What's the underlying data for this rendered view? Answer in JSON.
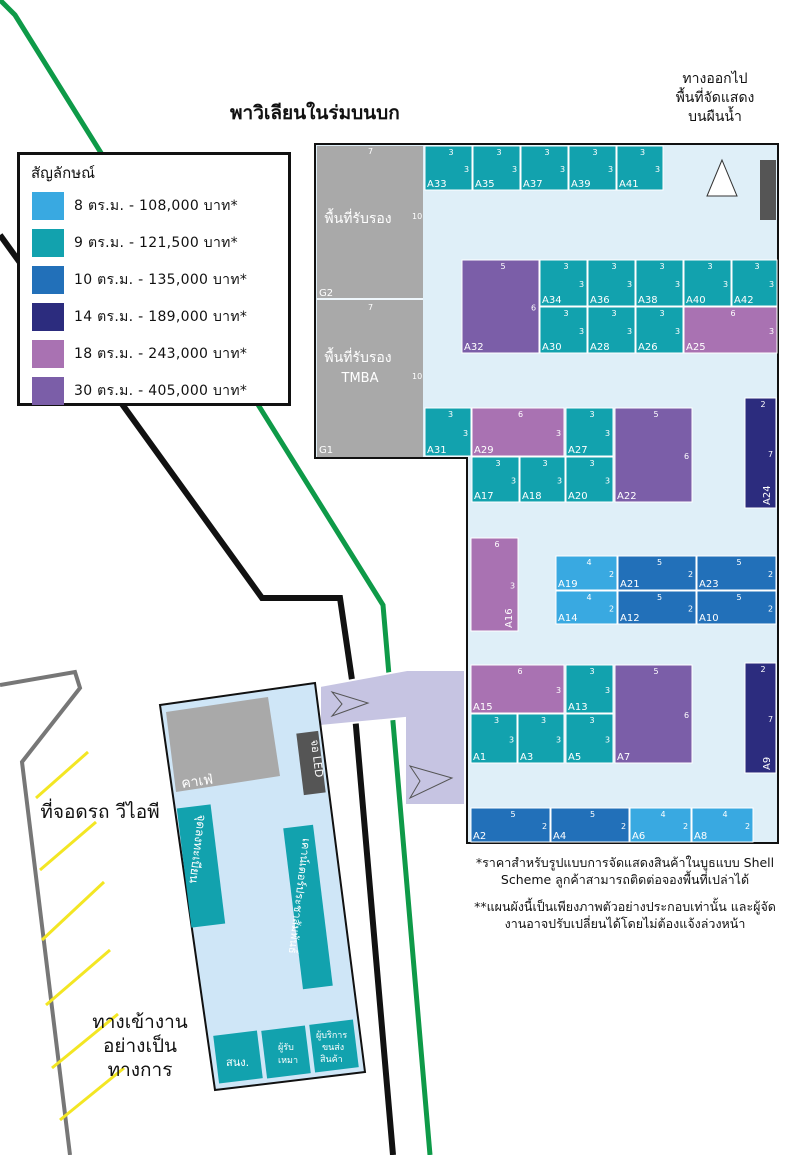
{
  "title": "พาวิเลียนในร่มบนบก",
  "exit_note": [
    "ทางออกไป",
    "พื้นที่จัดแสดง",
    "บนผืนน้ำ"
  ],
  "legend": {
    "title": "สัญลักษณ์",
    "items": [
      {
        "label": "8 ตร.ม. - 108,000 บาท*",
        "color": "#39a9e1"
      },
      {
        "label": "9 ตร.ม. - 121,500 บาท*",
        "color": "#12a2ae"
      },
      {
        "label": "10 ตร.ม. - 135,000 บาท*",
        "color": "#2270b9"
      },
      {
        "label": "14 ตร.ม. - 189,000 บาท*",
        "color": "#2c2c7e"
      },
      {
        "label": "18 ตร.ม. - 243,000 บาท*",
        "color": "#a972b2"
      },
      {
        "label": "30 ตร.ม. - 405,000 บาท*",
        "color": "#7b5ea8"
      }
    ]
  },
  "reception_areas": [
    {
      "id": "G2",
      "label": "พื้นที่รับรอง",
      "dims": [
        "7",
        "10"
      ]
    },
    {
      "id": "G1",
      "label": "พื้นที่รับรอง TMBA",
      "dims": [
        "7",
        "10"
      ]
    }
  ],
  "booths": {
    "9sqm": [
      "A33",
      "A35",
      "A37",
      "A39",
      "A41",
      "A34",
      "A36",
      "A38",
      "A40",
      "A42",
      "A30",
      "A28",
      "A26",
      "A31",
      "A27",
      "A17",
      "A18",
      "A20",
      "A13",
      "A1",
      "A3",
      "A5"
    ],
    "18sqm": [
      "A25",
      "A29",
      "A16",
      "A15"
    ],
    "30sqm": [
      "A32",
      "A22",
      "A7"
    ],
    "8sqm": [
      "A19",
      "A14",
      "A6",
      "A8"
    ],
    "10sqm": [
      "A21",
      "A23",
      "A12",
      "A10",
      "A2",
      "A4"
    ],
    "14sqm": [
      "A24",
      "A9"
    ]
  },
  "lower_building": {
    "cafe": "คาเฟ่",
    "led_screen": "จอ LED",
    "registration": "จุดลงทะเบียน",
    "info_counter": "เคาน์เตอร์ประชาสัมพันธ์",
    "offices": [
      "สนง.",
      "ผู้รับเหมา",
      "ผู้บริการขนส่งสินค้า"
    ]
  },
  "vip_parking": "ที่จอดรถ วีไอพี",
  "official_entrance": "ทางเข้างาน อย่างเป็น ทางการ",
  "notes": [
    "*ราคาสำหรับรูปแบบการจัดแสดงสินค้าในบูธแบบ Shell Scheme ลูกค้าสามารถติดต่อจองพื้นที่เปล่าได้",
    "**แผนผังนี้เป็นเพียงภาพตัวอย่างประกอบเท่านั้น และผู้จัดงานอาจปรับเปลี่ยนได้โดยไม่ต้องแจ้งล่วงหน้า"
  ]
}
